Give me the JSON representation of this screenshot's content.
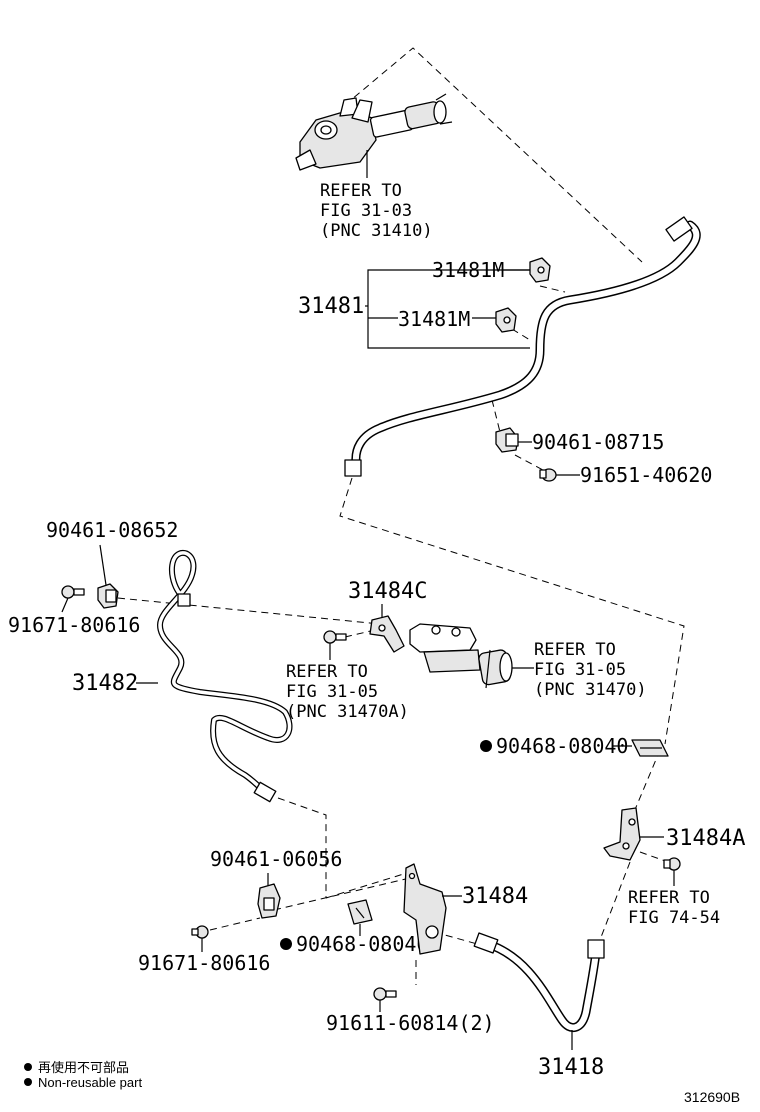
{
  "diagram": {
    "master_cylinder_ref": [
      "REFER TO",
      "FIG 31-03",
      "(PNC 31410)"
    ],
    "release_cylinder_ref": [
      "REFER TO",
      "FIG 31-05",
      "(PNC 31470)"
    ],
    "release_cylinder_bracket_ref": [
      "REFER TO",
      "FIG 31-05",
      "(PNC 31470A)"
    ],
    "bracket_ref": [
      "REFER TO",
      "FIG 74-54"
    ],
    "parts": {
      "p31481M_a": "31481M",
      "p31481M_b": "31481M",
      "p31481": "31481",
      "p90461_08715": "90461-08715",
      "p91651_40620": "91651-40620",
      "p90461_08652": "90461-08652",
      "p91671_80616_a": "91671-80616",
      "p31482": "31482",
      "p31484C": "31484C",
      "p90468_08040_a": "90468-08040",
      "p31484A": "31484A",
      "p90461_06056": "90461-06056",
      "p31484": "31484",
      "p90468_08040_b": "90468-08040",
      "p91671_80616_b": "91671-80616",
      "p91611_60814": "91611-60814(2)",
      "p31418": "31418"
    },
    "legend": {
      "jp": "再使用不可部品",
      "en": "Non-reusable part",
      "marker_color": "#000000"
    },
    "figure_id": "312690B"
  }
}
